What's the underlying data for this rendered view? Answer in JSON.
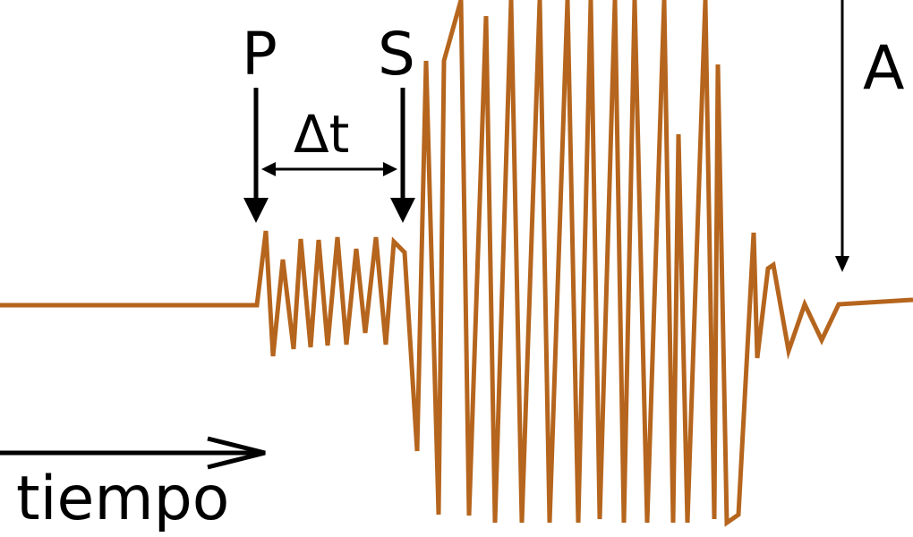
{
  "labels": {
    "p_wave": "P",
    "s_wave": "S",
    "delta_t": "Δt",
    "amplitude": "A",
    "time_axis": "tiempo"
  },
  "colors": {
    "trace": "#b5651d",
    "annotation": "#000000",
    "background": "#ffffff"
  }
}
